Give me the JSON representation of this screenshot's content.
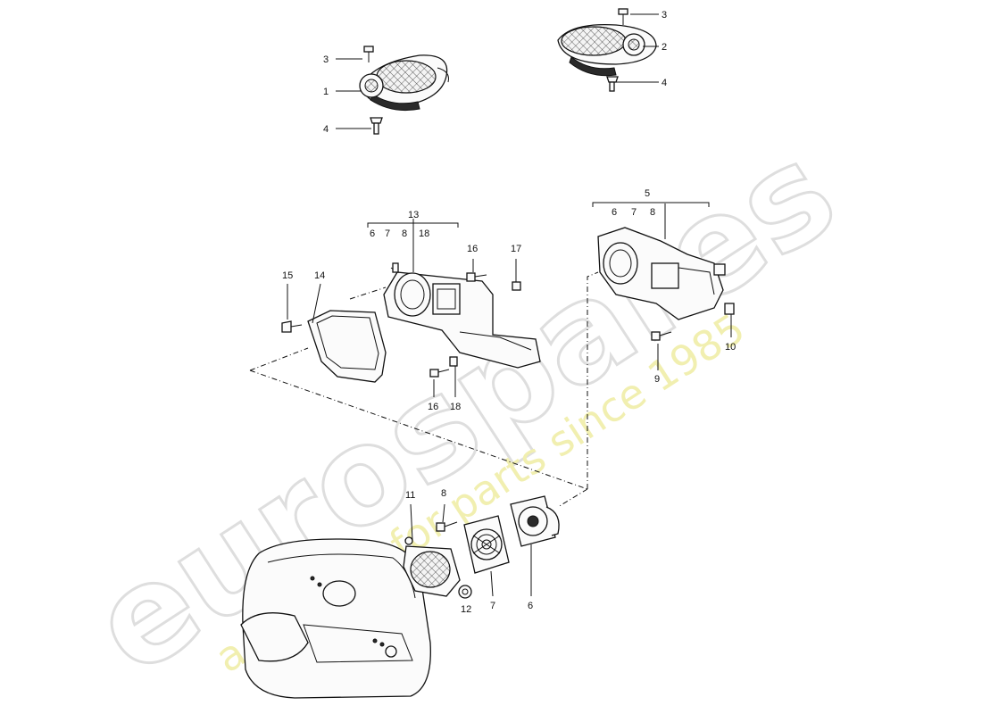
{
  "watermark": {
    "brand": "eurospares",
    "tagline": "a passion for parts since 1985"
  },
  "callouts": {
    "c1": "1",
    "c2": "2",
    "c3a": "3",
    "c3b": "3",
    "c4a": "4",
    "c4b": "4",
    "c5": "5",
    "c6a": "6",
    "c6b": "6",
    "c6c": "6",
    "c7a": "7",
    "c7b": "7",
    "c7c": "7",
    "c8a": "8",
    "c8b": "8",
    "c8c": "8",
    "c9": "9",
    "c10": "10",
    "c11": "11",
    "c12": "12",
    "c13": "13",
    "c14": "14",
    "c15": "15",
    "c16a": "16",
    "c16b": "16",
    "c17": "17",
    "c18a": "18",
    "c18b": "18"
  }
}
